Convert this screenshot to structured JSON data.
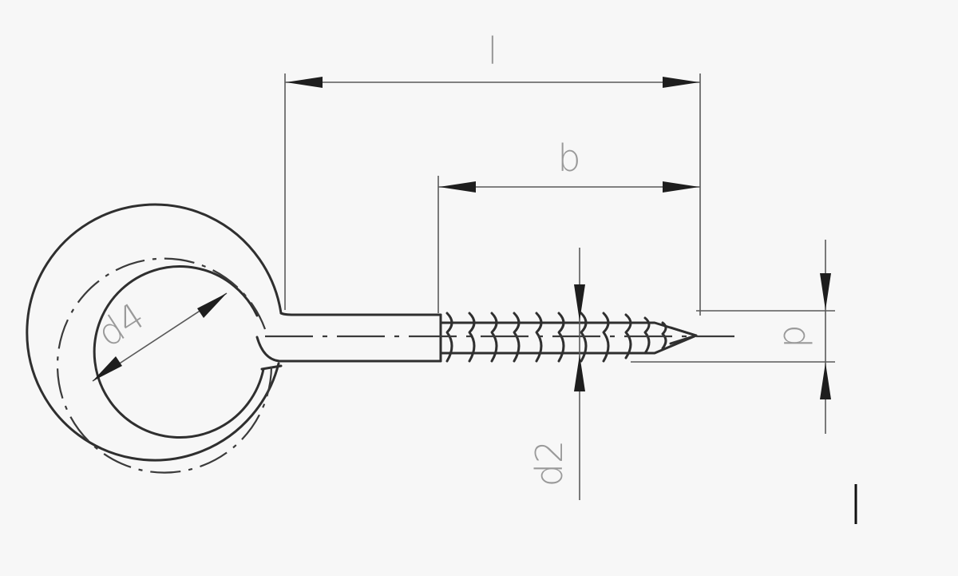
{
  "labels": {
    "l": "l",
    "b": "b",
    "d": "d",
    "d2": "d2",
    "d4": "d4"
  },
  "colors": {
    "background": "#f7f7f7",
    "outline": "#2f2f2f",
    "dimension_line": "#5a5a5a",
    "label": "#9a9a9a"
  }
}
